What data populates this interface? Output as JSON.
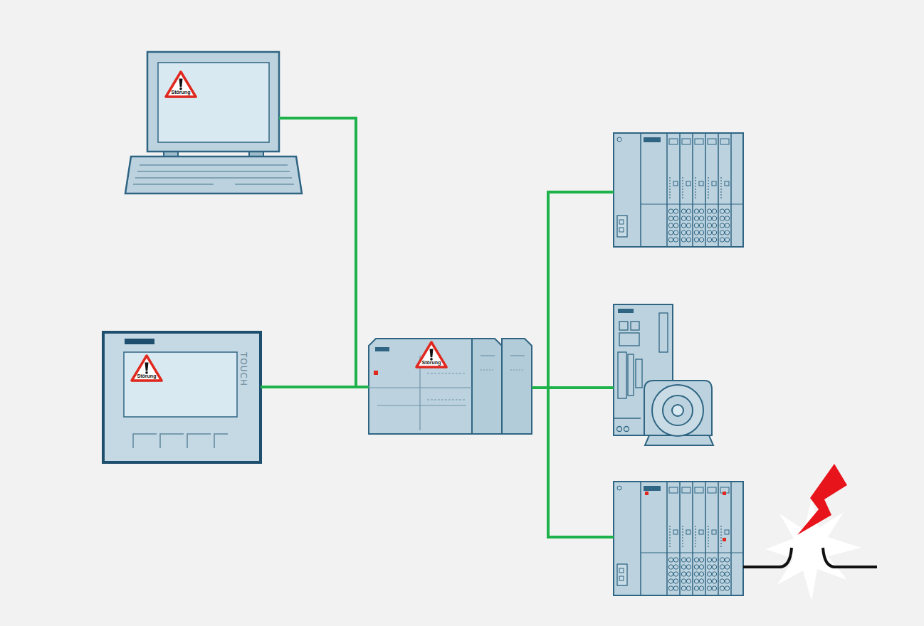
{
  "diagram": {
    "nodes": [
      {
        "text": [
          "Störung"
        ]
      },
      {
        "text": [
          "Störung",
          "TOUCH"
        ]
      },
      {
        "text": [
          "Störung"
        ]
      }
    ],
    "edges": [
      {
        "from": 0,
        "to": 2,
        "arrow": "none"
      },
      {
        "from": 1,
        "to": 2,
        "arrow": "none"
      }
    ]
  }
}
